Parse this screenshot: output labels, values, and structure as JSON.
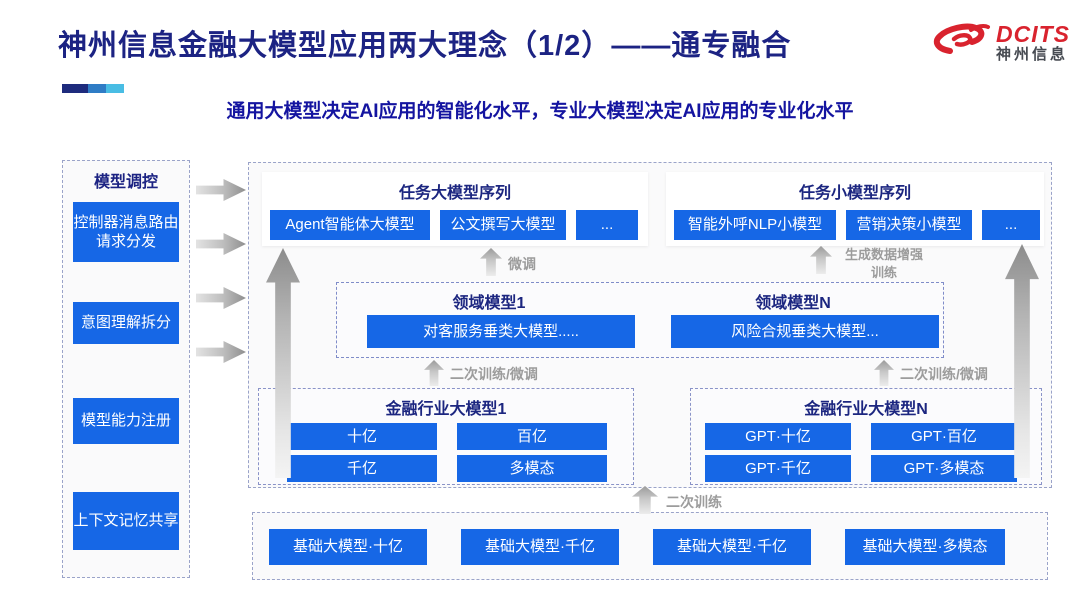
{
  "header": {
    "title": "神州信息金融大模型应用两大理念（1/2）——通专融合",
    "subtitle": "通用大模型决定AI应用的智能化水平，专业大模型决定AI应用的专业化水平",
    "logo": {
      "brand": "DCITS",
      "brand_cn": "神州信息"
    }
  },
  "sidebar": {
    "title": "模型调控",
    "items": [
      {
        "label": "控制器消息路由请求分发"
      },
      {
        "label": "意图理解拆分"
      },
      {
        "label": "模型能力注册"
      },
      {
        "label": "上下文记忆共享"
      }
    ]
  },
  "main": {
    "task_large": {
      "title": "任务大模型序列",
      "items": [
        "Agent智能体大模型",
        "公文撰写大模型",
        "..."
      ]
    },
    "task_small": {
      "title": "任务小模型序列",
      "items": [
        "智能外呼NLP小模型",
        "营销决策小模型",
        "..."
      ]
    },
    "labels": {
      "fine_tune": "微调",
      "gen_data_train": "生成数据增强训练",
      "secondary_left": "二次训练/微调",
      "secondary_right": "二次训练/微调",
      "secondary_train": "二次训练"
    },
    "domain": {
      "d1": {
        "title": "领域模型1",
        "item": "对客服务垂类大模型....."
      },
      "dn": {
        "title": "领域模型N",
        "item": "风险合规垂类大模型..."
      }
    },
    "industry1": {
      "title": "金融行业大模型1",
      "items": [
        "十亿",
        "百亿",
        "千亿",
        "多模态"
      ]
    },
    "industryN": {
      "title": "金融行业大模型N",
      "items": [
        "GPT·十亿",
        "GPT·百亿",
        "GPT·千亿",
        "GPT·多模态"
      ]
    },
    "base": {
      "items": [
        "基础大模型·十亿",
        "基础大模型·千亿",
        "基础大模型·千亿",
        "基础大模型·多模态"
      ]
    }
  },
  "colors": {
    "accent_blue": "#1667e6",
    "navy": "#1c2383",
    "subtitle_blue": "#1414a0",
    "logo_red": "#d9232e",
    "label_gray": "#9c9c9c"
  }
}
